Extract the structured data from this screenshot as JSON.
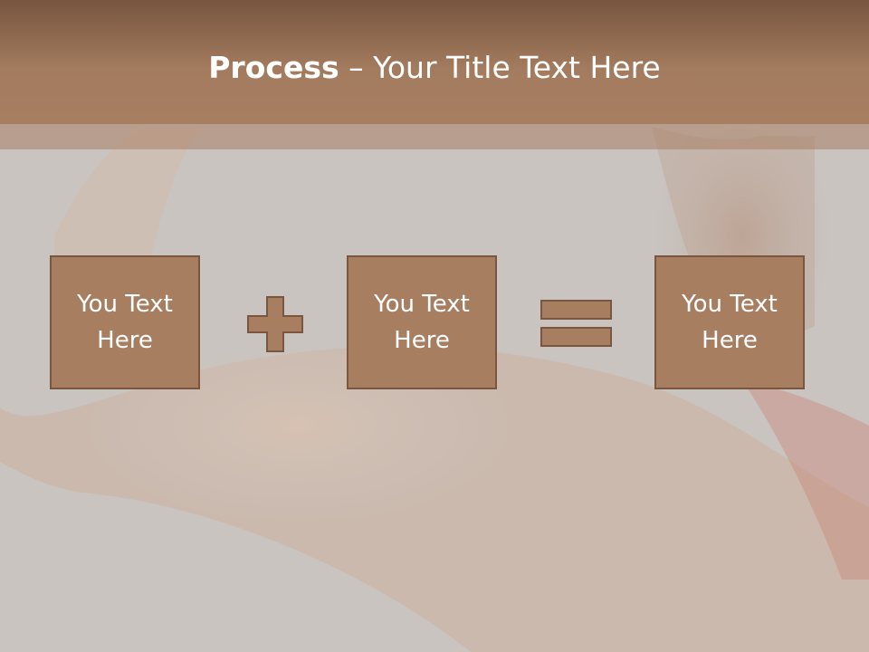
{
  "slide": {
    "title_bold": "Process",
    "title_rest": " – Your Title Text Here"
  },
  "boxes": [
    {
      "line1": "You Text",
      "line2": "Here"
    },
    {
      "line1": "You Text",
      "line2": "Here"
    },
    {
      "line1": "You Text",
      "line2": "Here"
    }
  ],
  "icons": {
    "plus": "plus-icon",
    "equals": "equals-icon"
  },
  "colors": {
    "accent": "#a87e61",
    "accent_border": "#7a5640",
    "title_text": "#ffffff",
    "background": "#c9c4c0"
  }
}
